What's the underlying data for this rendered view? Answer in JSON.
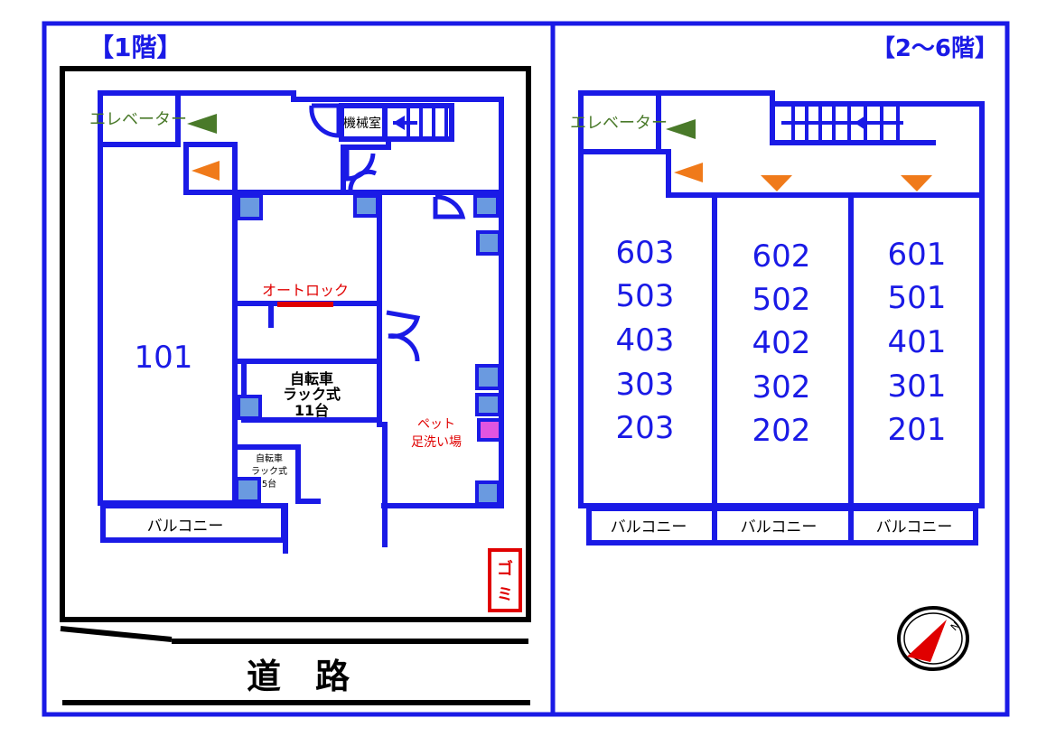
{
  "floor1": {
    "title": "【1階】",
    "unit": "101",
    "elevator": "エレベーター",
    "machine_room": "機械室",
    "autolock": "オートロック",
    "bike_large": [
      "自転車",
      "ラック式",
      "11台"
    ],
    "bike_small": [
      "自転車",
      "ラック式",
      "5台"
    ],
    "pet_wash": [
      "ペット",
      "足洗い場"
    ],
    "balcony": "バルコニー",
    "garbage": [
      "ゴ",
      "ミ"
    ],
    "road": "道　路"
  },
  "floor2to6": {
    "title": "【2～6階】",
    "elevator": "エレベーター",
    "columns": [
      [
        "603",
        "503",
        "403",
        "303",
        "203"
      ],
      [
        "602",
        "502",
        "402",
        "302",
        "202"
      ],
      [
        "601",
        "501",
        "401",
        "301",
        "201"
      ]
    ],
    "balconies": [
      "バルコニー",
      "バルコニー",
      "バルコニー"
    ]
  },
  "compass": {
    "label": "N"
  },
  "colors": {
    "wall": "#1a1ae6",
    "outline": "#000000",
    "arrow_green": "#4a7a2a",
    "arrow_orange": "#f07a1a",
    "red": "#e00000",
    "pet": "#e055e0",
    "column_fill": "#6a9ae0"
  }
}
